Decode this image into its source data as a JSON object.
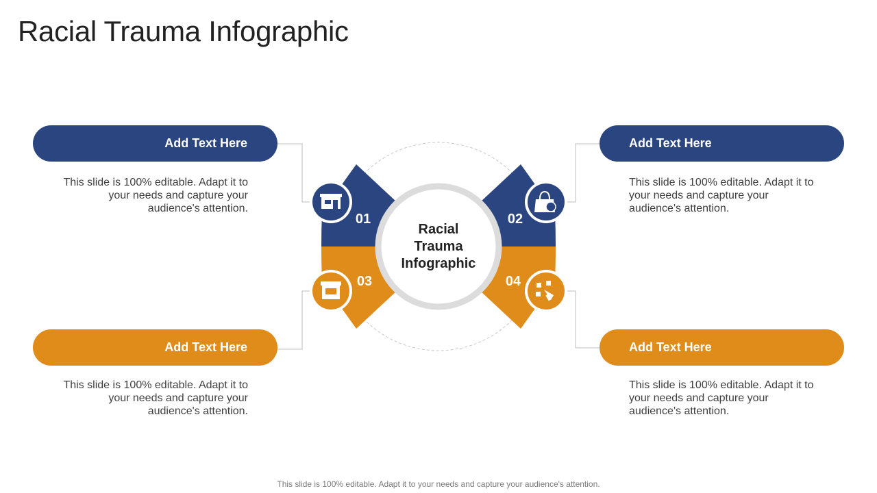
{
  "title": "Racial Trauma Infographic",
  "center_label": "Racial Trauma Infographic",
  "colors": {
    "navy": "#2b4580",
    "orange": "#e08c1a",
    "ring": "#dcdcdc"
  },
  "items": [
    {
      "number": "01",
      "heading": "Add Text Here",
      "text": "This slide is 100% editable. Adapt it to your needs and capture your audience's attention.",
      "icon": "store-box-icon",
      "color": "navy"
    },
    {
      "number": "02",
      "heading": "Add Text Here",
      "text": "This slide is 100% editable. Adapt it to your needs and capture your audience's attention.",
      "icon": "shopping-bag-ad-icon",
      "color": "navy"
    },
    {
      "number": "03",
      "heading": "Add Text Here",
      "text": "This slide is 100% editable. Adapt it to your needs and capture your audience's attention.",
      "icon": "shop-front-icon",
      "color": "orange"
    },
    {
      "number": "04",
      "heading": "Add Text Here",
      "text": "This slide is 100% editable. Adapt it to your needs and capture your audience's attention.",
      "icon": "megaphone-icon",
      "color": "orange"
    }
  ],
  "footer": "This slide is 100% editable. Adapt it to your needs and capture your audience's attention."
}
